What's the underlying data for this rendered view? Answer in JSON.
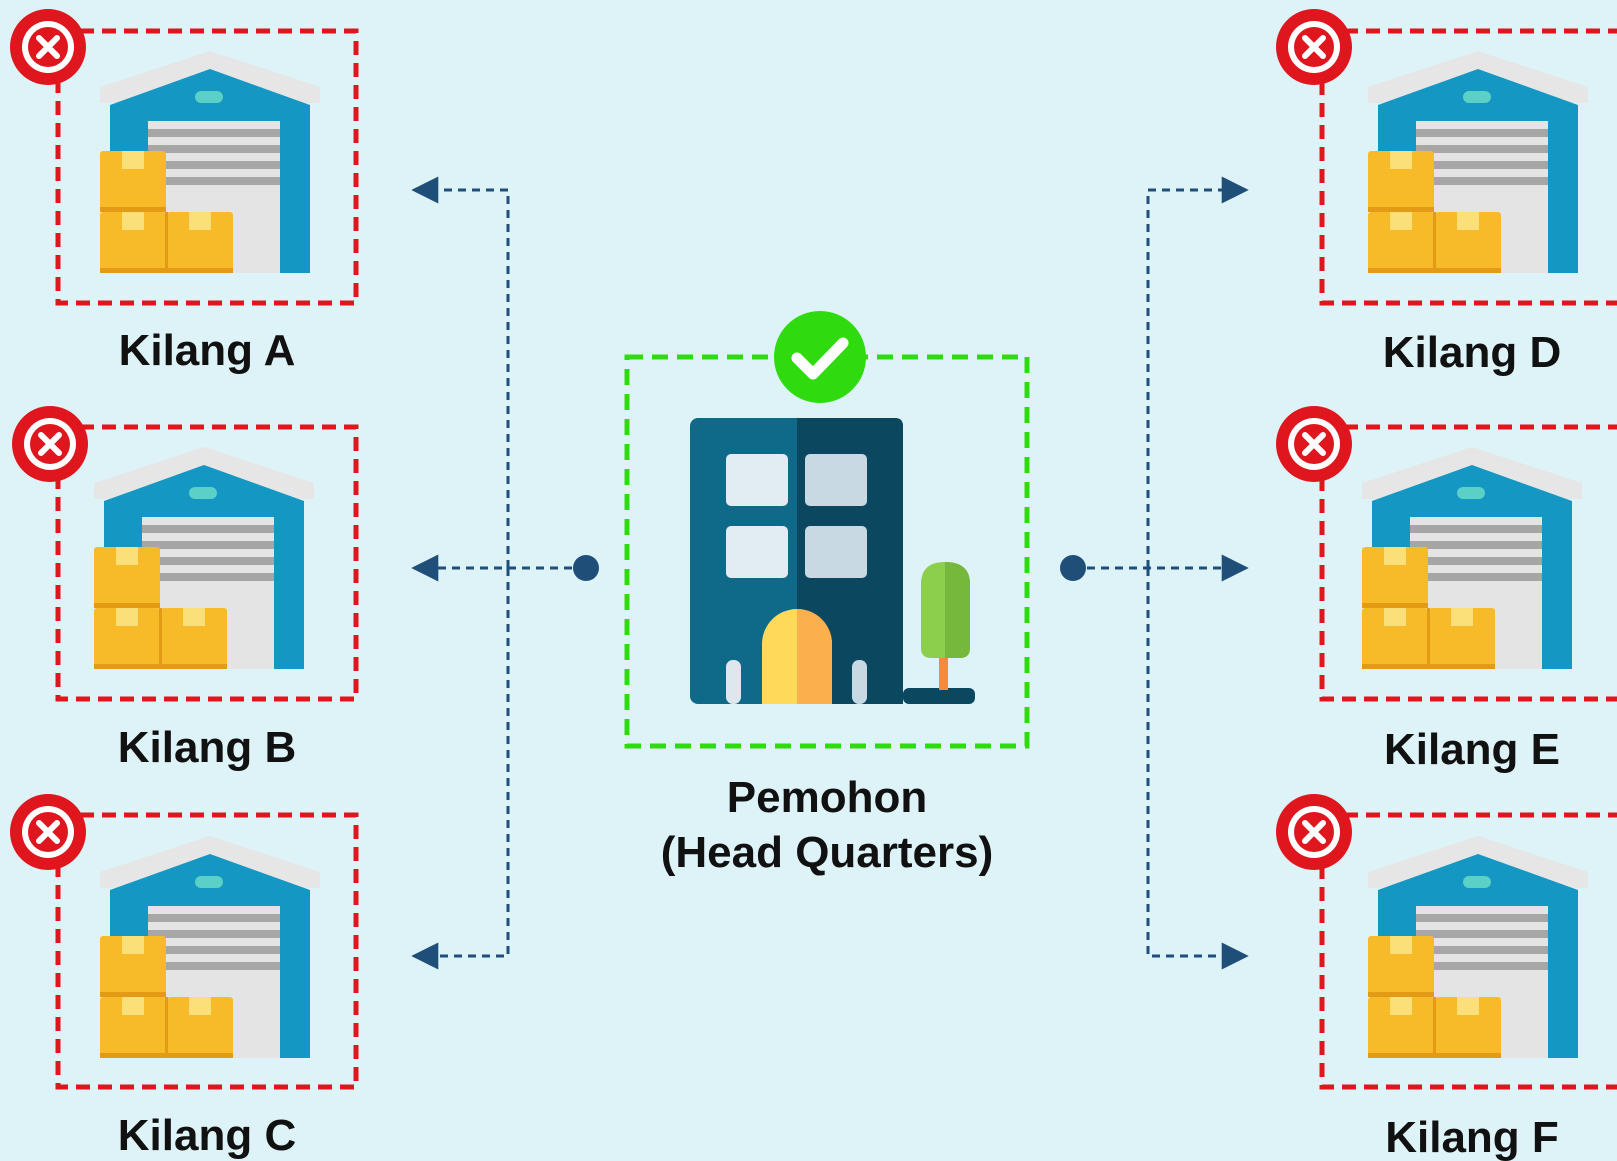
{
  "center": {
    "title": "Pemohon",
    "subtitle": "(Head Quarters)",
    "status": "approved",
    "icon": "office-building-icon"
  },
  "factories": [
    {
      "label": "Kilang A",
      "status": "rejected",
      "icon": "warehouse-icon"
    },
    {
      "label": "Kilang B",
      "status": "rejected",
      "icon": "warehouse-icon"
    },
    {
      "label": "Kilang C",
      "status": "rejected",
      "icon": "warehouse-icon"
    },
    {
      "label": "Kilang D",
      "status": "rejected",
      "icon": "warehouse-icon"
    },
    {
      "label": "Kilang E",
      "status": "rejected",
      "icon": "warehouse-icon"
    },
    {
      "label": "Kilang F",
      "status": "rejected",
      "icon": "warehouse-icon"
    }
  ],
  "colors": {
    "background": "#def3f8",
    "rejected": "#e0161e",
    "approved": "#2fdb0f",
    "connector": "#1f4e79"
  }
}
